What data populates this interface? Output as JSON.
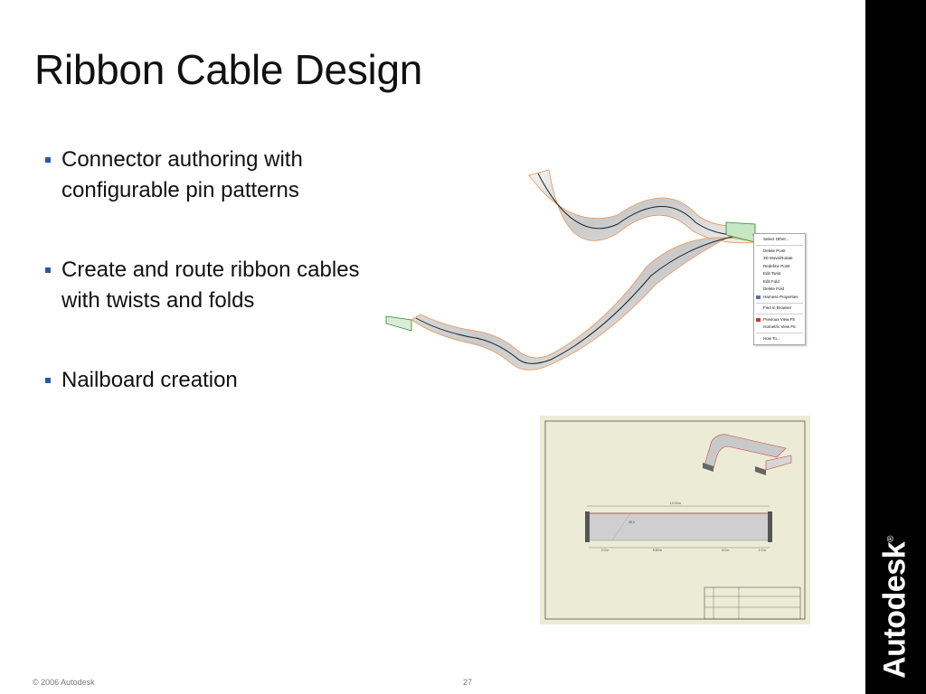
{
  "title": "Ribbon Cable Design",
  "bullets": [
    {
      "line1": "Connector authoring with",
      "line2": "configurable pin patterns"
    },
    {
      "line1": "Create and route ribbon cables",
      "line2": "with twists and folds"
    },
    {
      "line1": "Nailboard creation",
      "line2": ""
    }
  ],
  "context_menu": {
    "items": [
      "Select Other...",
      "Delete Point",
      "3D Move/Rotate",
      "Redefine Point",
      "Edit Twist",
      "Edit Fold",
      "Delete Fold",
      "Harness Properties",
      "Find in Browser",
      "Previous View F5",
      "Isometric View F6",
      "How To..."
    ]
  },
  "drawing": {
    "dim_overall": "12.00 in",
    "dim_1": "2.0 in",
    "dim_2": "5.50 in",
    "dim_3": "4.0 in",
    "dim_4": "1.0 in",
    "angle": "45.0"
  },
  "brand": {
    "logo": "Autodesk",
    "reg": "®"
  },
  "footer": {
    "copyright": "© 2006 Autodesk",
    "page": "27"
  },
  "colors": {
    "accent": "#2a56a6",
    "bar": "#000000",
    "sheet": "#ecebd5",
    "cable_edge": "#e8955a"
  }
}
